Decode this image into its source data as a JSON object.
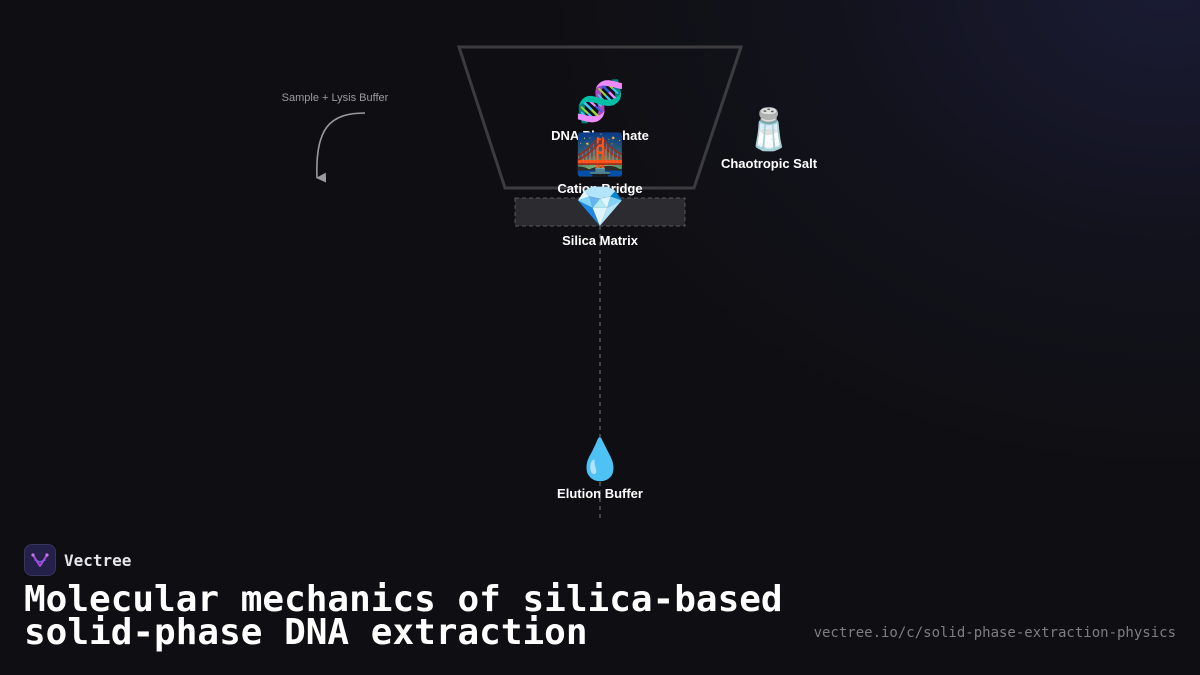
{
  "diagram": {
    "arrow_label": "Sample + Lysis Buffer",
    "nodes": {
      "dna": {
        "icon": "dna-icon",
        "emoji": "🧬",
        "label": "DNA Phosphate"
      },
      "cation": {
        "icon": "bridge-icon",
        "emoji": "🌉",
        "label": "Cation Bridge"
      },
      "salt": {
        "icon": "salt-shaker-icon",
        "emoji": "🧂",
        "label": "Chaotropic Salt"
      },
      "silica": {
        "icon": "gem-icon",
        "emoji": "💎",
        "label": "Silica Matrix"
      },
      "elution": {
        "icon": "droplet-icon",
        "emoji": "💧",
        "label": "Elution Buffer"
      }
    }
  },
  "footer": {
    "brand_name": "Vectree",
    "brand_icon": "vectree-logo-icon",
    "title": "Molecular mechanics of silica-based solid-phase DNA extraction",
    "url": "vectree.io/c/solid-phase-extraction-physics"
  },
  "colors": {
    "background": "#0f0f13",
    "outline": "#3c3c40",
    "label": "#ffffff",
    "muted": "#9a9aa0",
    "brand_accent": "#b04ad8"
  }
}
